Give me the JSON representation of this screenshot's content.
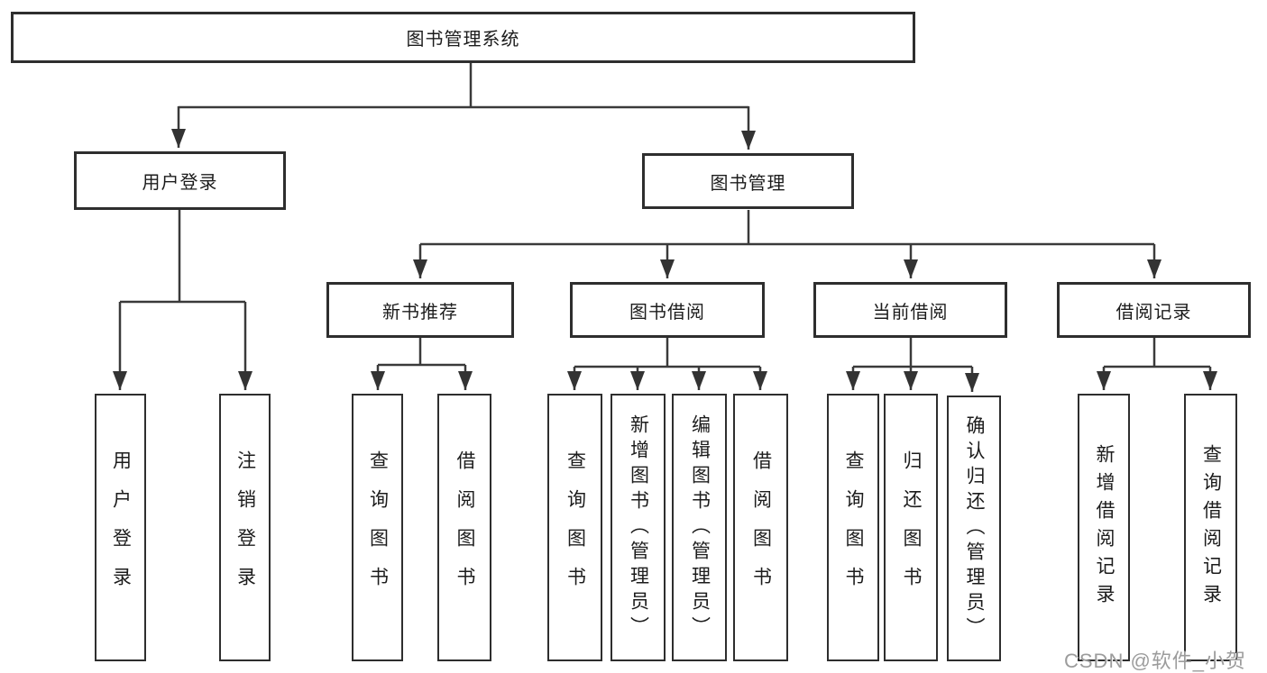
{
  "diagram": {
    "root": {
      "label": "图书管理系统"
    },
    "level2": [
      {
        "id": "user-login",
        "label": "用户登录"
      },
      {
        "id": "book-mgmt",
        "label": "图书管理"
      }
    ],
    "level3": [
      {
        "id": "new-book-rec",
        "label": "新书推荐"
      },
      {
        "id": "book-borrow",
        "label": "图书借阅"
      },
      {
        "id": "current-borrow",
        "label": "当前借阅"
      },
      {
        "id": "borrow-record",
        "label": "借阅记录"
      }
    ],
    "leaves": [
      {
        "group": "user-login",
        "label": "用户登录"
      },
      {
        "group": "user-login",
        "label": "注销登录"
      },
      {
        "group": "new-book-rec",
        "label": "查询图书"
      },
      {
        "group": "new-book-rec",
        "label": "借阅图书"
      },
      {
        "group": "book-borrow",
        "label": "查询图书"
      },
      {
        "group": "book-borrow",
        "label": "新增图书（管理员）"
      },
      {
        "group": "book-borrow",
        "label": "编辑图书（管理员）"
      },
      {
        "group": "book-borrow",
        "label": "借阅图书"
      },
      {
        "group": "current-borrow",
        "label": "查询图书"
      },
      {
        "group": "current-borrow",
        "label": "归还图书"
      },
      {
        "group": "current-borrow",
        "label": "确认归还（管理员）"
      },
      {
        "group": "borrow-record",
        "label": "新增借阅记录"
      },
      {
        "group": "borrow-record",
        "label": "查询借阅记录"
      }
    ]
  },
  "watermark": {
    "text": "CSDN @软件_小贺同学"
  },
  "colors": {
    "line": "#3a3a3a",
    "box_border": "#2e2e2e",
    "text": "#1c1c1c",
    "watermark": "#9c9c9c",
    "background": "#ffffff"
  }
}
